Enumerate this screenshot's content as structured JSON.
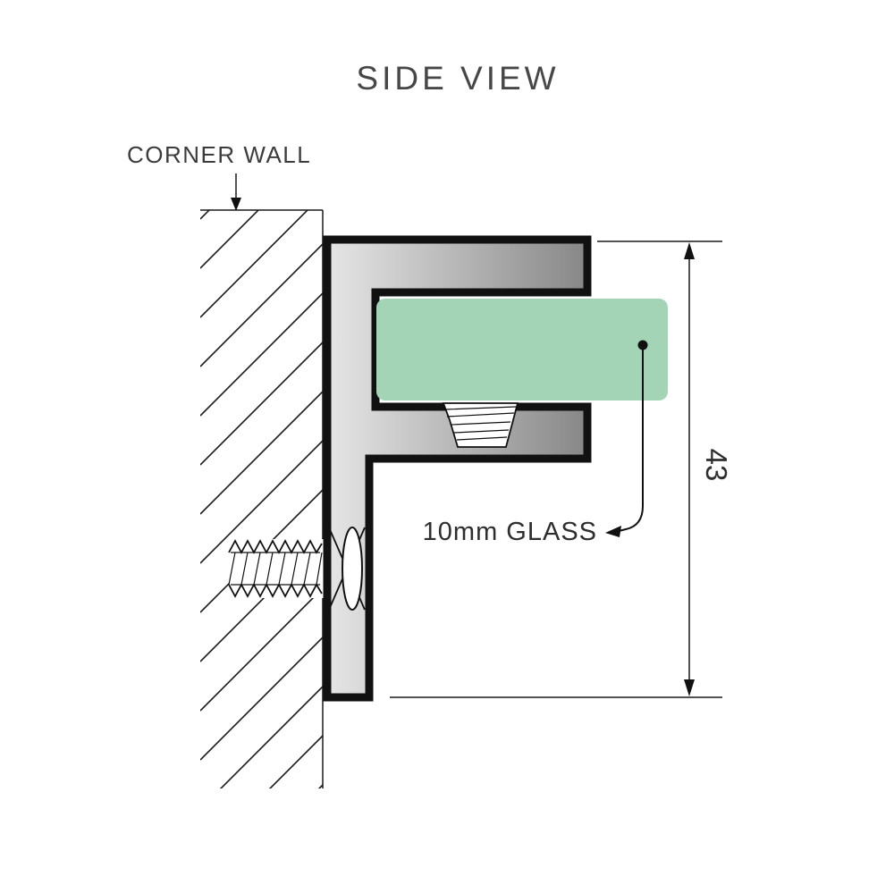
{
  "title": "SIDE VIEW",
  "labels": {
    "corner_wall": "CORNER WALL",
    "glass": "10mm GLASS",
    "dimension": "43"
  },
  "colors": {
    "line": "#1a1a1a",
    "glass": "#a3d4b6",
    "bracket_light": "#e6e6e6",
    "bracket_dark": "#878787"
  }
}
